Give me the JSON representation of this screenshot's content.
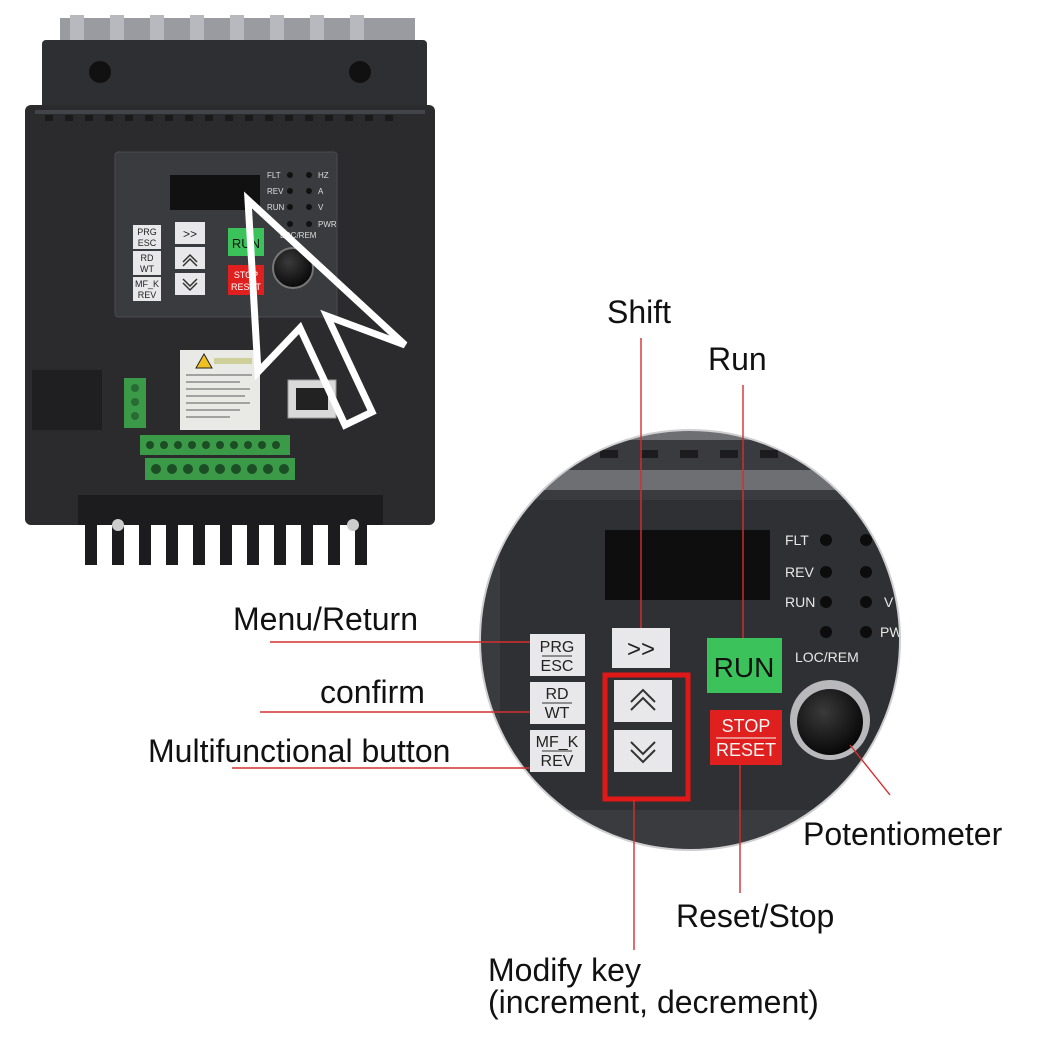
{
  "unit": {
    "indicators": [
      "FLT",
      "REV",
      "RUN"
    ],
    "units": [
      "HZ",
      "A",
      "V",
      "PWR"
    ],
    "loc_rem": "LOC/REM",
    "keys": {
      "prg": "PRG",
      "esc": "ESC",
      "rd": "RD",
      "wt": "WT",
      "mf": "MF_K",
      "rev": "REV",
      "shift": ">>",
      "run": "RUN",
      "stop": "STOP",
      "reset": "RESET"
    }
  },
  "zoom": {
    "indicators": [
      "FLT",
      "REV",
      "RUN"
    ],
    "units_partial": [
      "V",
      "PW"
    ],
    "loc_rem": "LOC/REM",
    "keys": {
      "prg": "PRG",
      "esc": "ESC",
      "rd": "RD",
      "wt": "WT",
      "mf": "MF_K",
      "rev": "REV",
      "shift": ">>",
      "run": "RUN",
      "stop": "STOP",
      "reset": "RESET"
    }
  },
  "callouts": {
    "shift": "Shift",
    "run": "Run",
    "menu_return": "Menu/Return",
    "confirm": "confirm",
    "multifunctional": "Multifunctional button",
    "potentiometer": "Potentiometer",
    "reset_stop": "Reset/Stop",
    "modify_line1": "Modify key",
    "modify_line2": "(increment, decrement)"
  },
  "colors": {
    "body": "#2b2b2d",
    "panel": "#3a3b3e",
    "run_key": "#3cc25a",
    "stop_key": "#e0201e",
    "key_face": "#e8e8ea",
    "highlight_box": "#e01818",
    "leader_line": "#d33030",
    "terminal_green": "#3a9a48"
  }
}
